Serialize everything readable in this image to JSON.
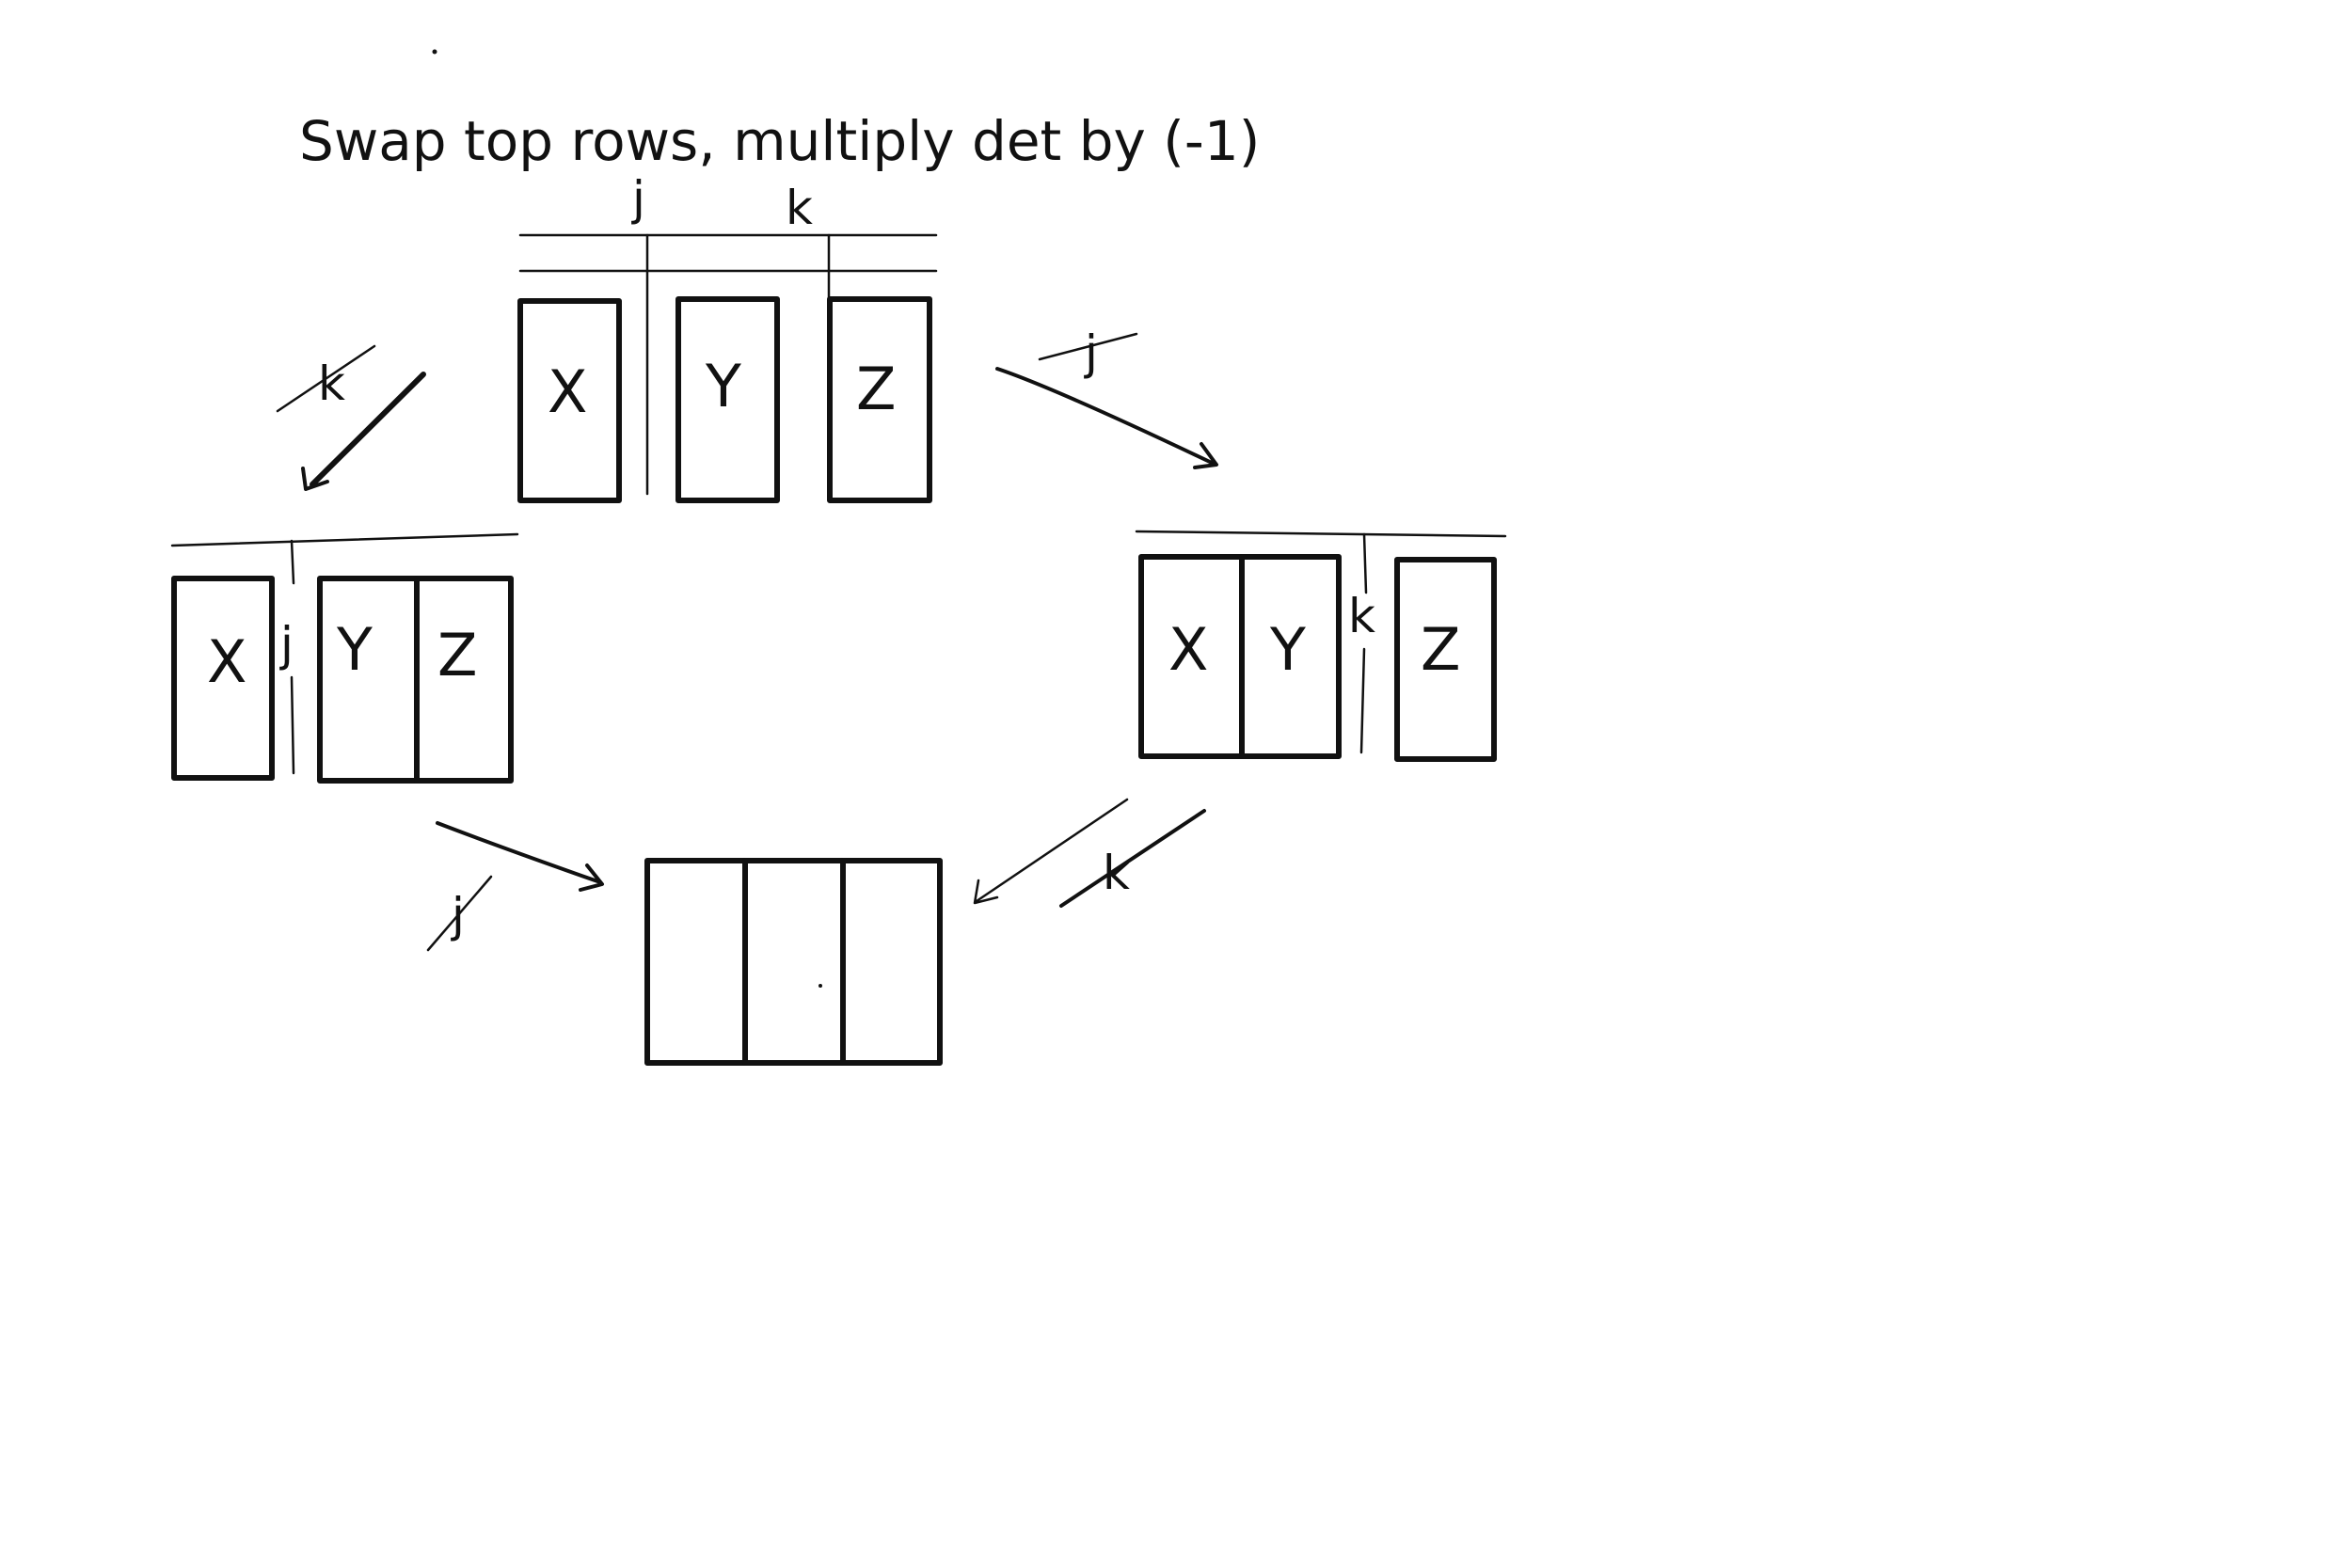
{
  "title": "Swap top rows,  multiply det by (-1)",
  "top": {
    "index_j": "j",
    "index_k": "k",
    "cols": [
      "X",
      "Y",
      "Z"
    ]
  },
  "left": {
    "index_j": "j",
    "cols": [
      "X",
      "Y",
      "Z"
    ]
  },
  "right": {
    "index_k": "k",
    "cols": [
      "X",
      "Y",
      "Z"
    ]
  },
  "arrows": {
    "top_to_left": "k",
    "top_to_right": "j",
    "left_to_bottom": "j",
    "right_to_bottom": "k"
  },
  "colors": {
    "ink": "#111111",
    "background": "#ffffff"
  }
}
